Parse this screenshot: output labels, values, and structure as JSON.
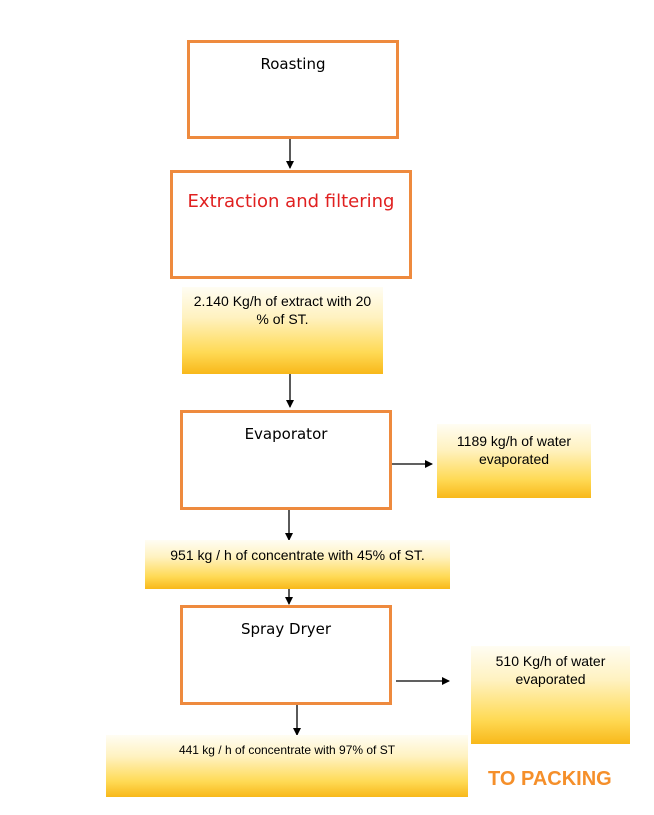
{
  "steps": {
    "roasting": "Roasting",
    "extraction": "Extraction and filtering",
    "evaporator": "Evaporator",
    "spray_dryer": "Spray Dryer"
  },
  "streams": {
    "extract": "2.140 Kg/h of extract with 20 % of ST.",
    "water_evap_1": "1189 kg/h of water evaporated",
    "concentrate_45": "951 kg / h of concentrate with 45% of ST.",
    "water_evap_2": "510 Kg/h of water evaporated",
    "concentrate_97": "441 kg / h of concentrate with 97% of ST"
  },
  "final": "TO PACKING",
  "colors": {
    "box_border": "#EE8A3E",
    "extraction_text": "#E02020",
    "packing_text": "#F58F2A",
    "gradient_top": "#FFFDF3",
    "gradient_bottom": "#F8B81A"
  }
}
